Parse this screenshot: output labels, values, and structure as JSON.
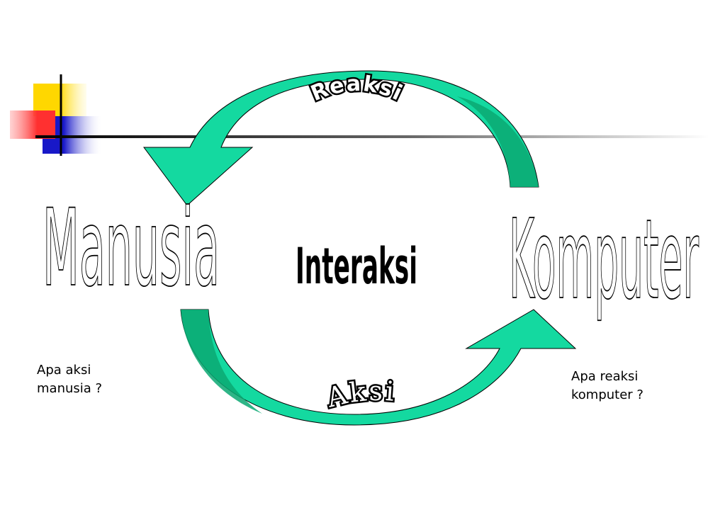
{
  "labels": {
    "human": "Manusia",
    "computer": "Komputer",
    "center": "Interaksi",
    "top_arrow": "Reaksi",
    "bottom_arrow": "Aksi"
  },
  "notes": {
    "human_question": [
      "Apa aksi",
      "manusia ?"
    ],
    "computer_question": [
      "Apa reaksi",
      "komputer ?"
    ]
  },
  "colors": {
    "arrow_fill": "#14d9a0",
    "arrow_dark": "#0aa872",
    "deco_yellow": "#ffd700",
    "deco_red": "#ff4040",
    "deco_blue": "#2020d0",
    "outline": "#000000"
  },
  "icons": [
    "curved-arrow-top-icon",
    "curved-arrow-bottom-icon",
    "corner-decoration-icon"
  ]
}
